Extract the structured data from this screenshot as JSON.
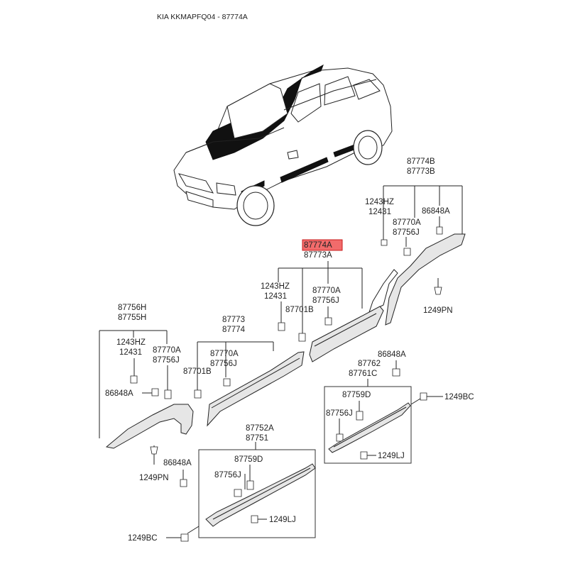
{
  "title": "KIA KKMAPFQ04 - 87774A",
  "highlight_color": "#f26b6b",
  "labels": {
    "top_right_a": "87774B",
    "top_right_b": "87773B",
    "tr_screw_a": "1243HZ",
    "tr_screw_b": "12431",
    "tr_clip_a": "86848A",
    "tr_fast_a": "87770A",
    "tr_fast_b": "87756J",
    "tr_bolt": "1249PN",
    "center_a": "87774A",
    "center_b": "87773A",
    "c_screw_a": "1243HZ",
    "c_screw_b": "12431",
    "c_fast_a": "87770A",
    "c_fast_b": "87756J",
    "c_clip": "87701B",
    "fd_a": "87773",
    "fd_b": "87774",
    "fd_fast_a": "87770A",
    "fd_fast_b": "87756J",
    "fd_clip": "87701B",
    "left_a": "87756H",
    "left_b": "87755H",
    "l_screw_a": "1243HZ",
    "l_screw_b": "12431",
    "l_fast_a": "87770A",
    "l_fast_b": "87756J",
    "l_clip": "86848A",
    "l_clip2": "86848A",
    "l_bolt": "1249PN",
    "sill_l_a": "87752A",
    "sill_l_b": "87751",
    "sill_l_c": "87759D",
    "sill_l_d": "87756J",
    "sill_l_e": "1249LJ",
    "sill_l_bc": "1249BC",
    "sill_r_clip": "86848A",
    "sill_r_a": "87762",
    "sill_r_b": "87761C",
    "sill_r_c": "87759D",
    "sill_r_d": "87756J",
    "sill_r_e": "1249LJ",
    "sill_r_bc": "1249BC"
  }
}
